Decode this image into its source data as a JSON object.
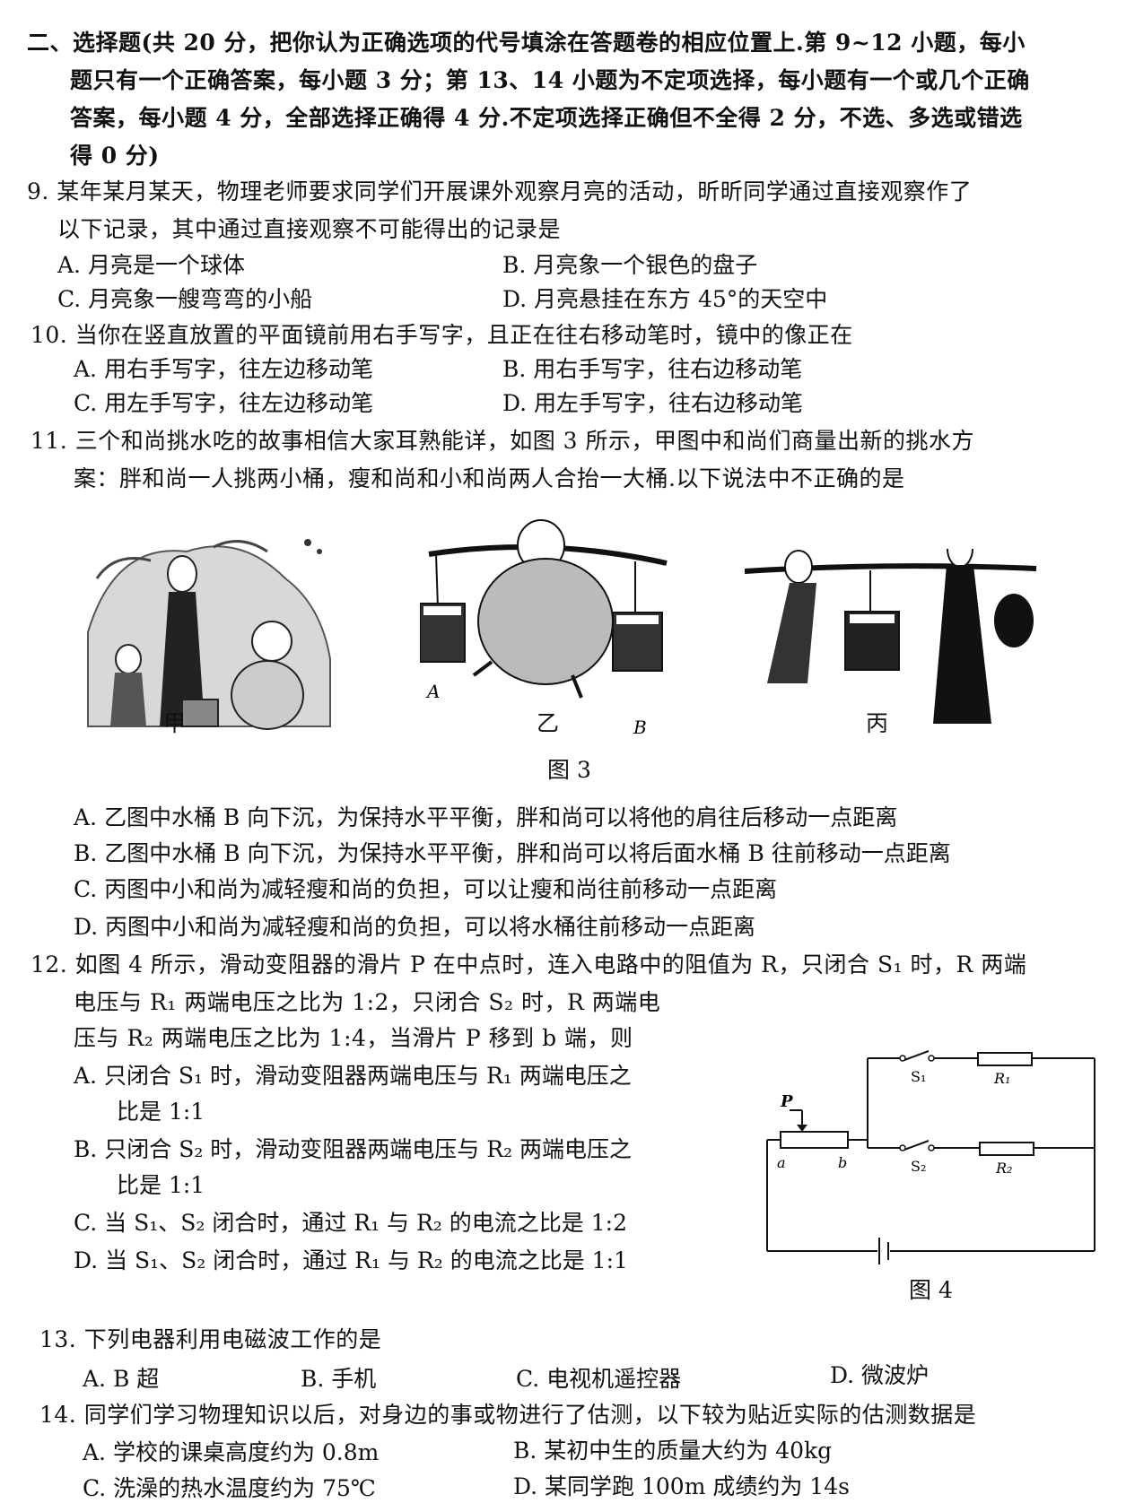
{
  "section": {
    "l1": "二、选择题(共 20 分，把你认为正确选项的代号填涂在答题卷的相应位置上.第 9~12 小题，每小",
    "l2": "题只有一个正确答案，每小题 3 分；第 13、14 小题为不定项选择，每小题有一个或几个正确",
    "l3": "答案，每小题 4 分，全部选择正确得 4 分.不定项选择正确但不全得 2 分，不选、多选或错选",
    "l4": "得 0 分)"
  },
  "q9": {
    "l1": "9. 某年某月某天，物理老师要求同学们开展课外观察月亮的活动，昕昕同学通过直接观察作了",
    "l2": "以下记录，其中通过直接观察不可能得出的记录是",
    "A": "A. 月亮是一个球体",
    "B": "B. 月亮象一个银色的盘子",
    "C": "C. 月亮象一艘弯弯的小船",
    "D": "D. 月亮悬挂在东方 45°的天空中"
  },
  "q10": {
    "l1": "10. 当你在竖直放置的平面镜前用右手写字，且正在往右移动笔时，镜中的像正在",
    "A": "A. 用右手写字，往左边移动笔",
    "B": "B. 用右手写字，往右边移动笔",
    "C": "C. 用左手写字，往左边移动笔",
    "D": "D. 用左手写字，往右边移动笔"
  },
  "q11": {
    "l1": "11. 三个和尚挑水吃的故事相信大家耳熟能详，如图 3 所示，甲图中和尚们商量出新的挑水方",
    "l2": "案：胖和尚一人挑两小桶，瘦和尚和小和尚两人合抬一大桶.以下说法中不正确的是",
    "fig_labels": {
      "jia": "甲",
      "yi": "乙",
      "bing": "丙",
      "A": "A",
      "B": "B"
    },
    "fig_caption": "图 3",
    "A": "A. 乙图中水桶 B 向下沉，为保持水平平衡，胖和尚可以将他的肩往后移动一点距离",
    "B": "B. 乙图中水桶 B 向下沉，为保持水平平衡，胖和尚可以将后面水桶 B 往前移动一点距离",
    "C": "C. 丙图中小和尚为减轻瘦和尚的负担，可以让瘦和尚往前移动一点距离",
    "D": "D. 丙图中小和尚为减轻瘦和尚的负担，可以将水桶往前移动一点距离"
  },
  "q12": {
    "l1": "12. 如图 4 所示，滑动变阻器的滑片 P 在中点时，连入电路中的阻值为 R，只闭合 S₁ 时，R 两端",
    "l2": "电压与 R₁ 两端电压之比为 1:2，只闭合 S₂ 时，R 两端电",
    "l3": "压与 R₂ 两端电压之比为 1:4，当滑片 P 移到 b 端，则",
    "A1": "A. 只闭合 S₁ 时，滑动变阻器两端电压与 R₁ 两端电压之",
    "A2": "比是 1:1",
    "B1": "B. 只闭合 S₂ 时，滑动变阻器两端电压与 R₂ 两端电压之",
    "B2": "比是 1:1",
    "C": "C. 当 S₁、S₂ 闭合时，通过 R₁ 与 R₂ 的电流之比是 1:2",
    "D": "D. 当 S₁、S₂ 闭合时，通过 R₁ 与 R₂ 的电流之比是 1:1",
    "circuit": {
      "S1": "S₁",
      "S2": "S₂",
      "R1": "R₁",
      "R2": "R₂",
      "P": "P",
      "a": "a",
      "b": "b"
    },
    "fig_caption": "图 4"
  },
  "q13": {
    "l1": "13. 下列电器利用电磁波工作的是",
    "A": "A. B 超",
    "B": "B. 手机",
    "C": "C. 电视机遥控器",
    "D": "D. 微波炉"
  },
  "q14": {
    "l1": "14. 同学们学习物理知识以后，对身边的事或物进行了估测，以下较为贴近实际的估测数据是",
    "A": "A. 学校的课桌高度约为 0.8m",
    "B": "B. 某初中生的质量大约为 40kg",
    "C": "C. 洗澡的热水温度约为 75℃",
    "D": "D. 某同学跑 100m 成绩约为 14s"
  }
}
